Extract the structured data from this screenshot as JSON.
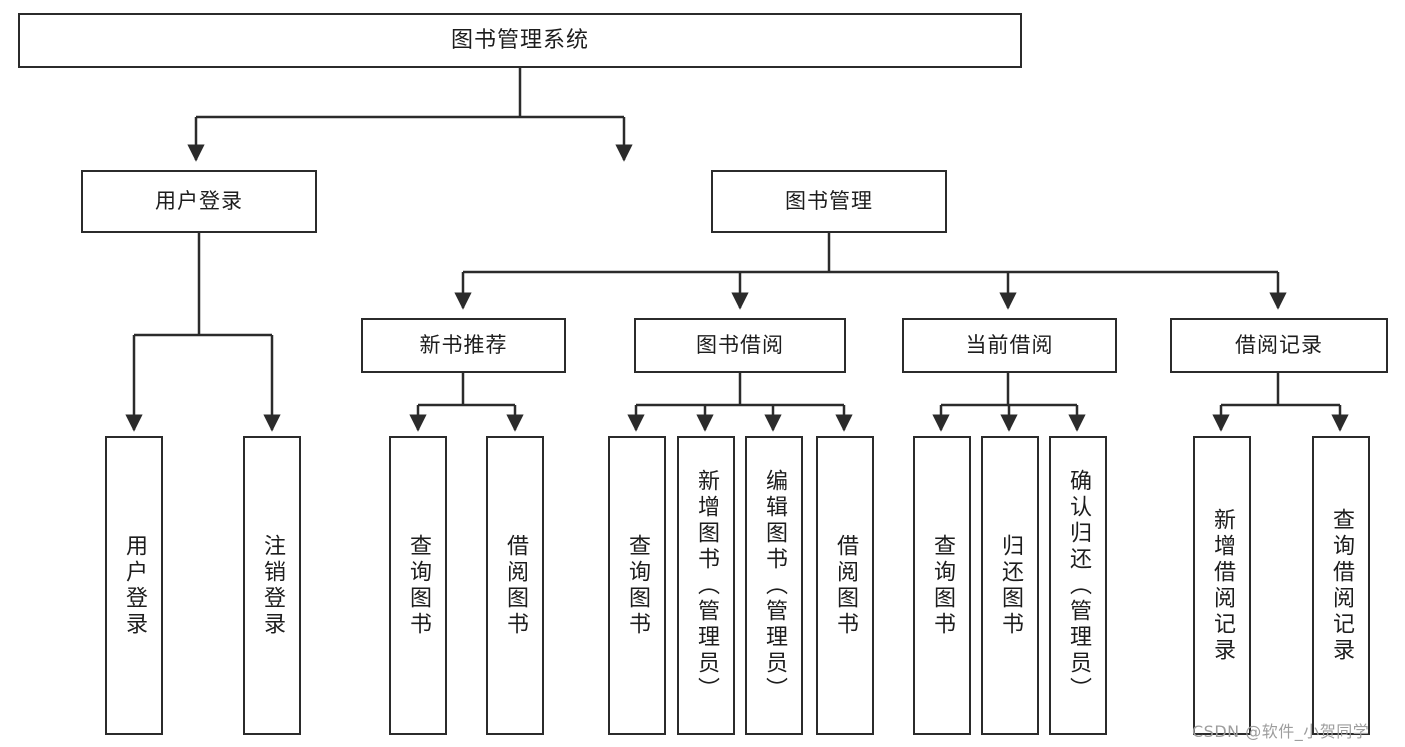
{
  "diagram": {
    "type": "tree",
    "title": "图书管理系统",
    "watermark": "CSDN @软件_小贺同学",
    "colors": {
      "stroke": "#2b2b2b",
      "fill": "#ffffff",
      "text": "#1d1d1d",
      "watermark": "#9d9d9d"
    },
    "nodes": {
      "root": "图书管理系统",
      "level2": {
        "user_login": "用户登录",
        "book_manage": "图书管理"
      },
      "level3": {
        "new_book_recommend": "新书推荐",
        "book_borrow": "图书借阅",
        "current_borrow": "当前借阅",
        "borrow_record": "借阅记录"
      },
      "leaves": {
        "user_login": [
          "用户登录",
          "注销登录"
        ],
        "new_book_recommend": [
          "查询图书",
          "借阅图书"
        ],
        "book_borrow": [
          "查询图书",
          "新增图书（管理员）",
          "编辑图书（管理员）",
          "借阅图书"
        ],
        "current_borrow": [
          "查询图书",
          "归还图书",
          "确认归还（管理员）"
        ],
        "borrow_record": [
          "新增借阅记录",
          "查询借阅记录"
        ]
      }
    }
  }
}
